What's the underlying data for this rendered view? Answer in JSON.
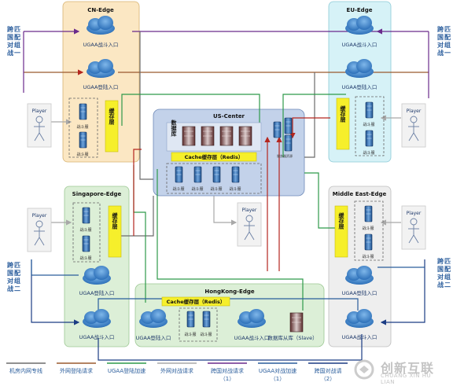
{
  "regions": {
    "cn": "CN-Edge",
    "eu": "EU-Edge",
    "us": "US-Center",
    "sg": "Singapore-Edge",
    "me": "Middle East-Edge",
    "hk": "HongKong-Edge"
  },
  "labels": {
    "battle_entry": "UGAA战斗入口",
    "login_entry": "UGAA登陆入口",
    "player": "Player",
    "cache_layer": "缓存层",
    "battle_server": "战斗服",
    "database": "数据库",
    "cache_redis": "Cache缓存层（Redis）",
    "db_slave": "数据库从库（Slave）",
    "cross_match_1": "跨国对战匹配组一",
    "cross_match_2": "跨国对战匹配组二",
    "server_small": "服务器资源"
  },
  "legend": [
    {
      "text": "机房内网专线",
      "color": "#6b6b6b"
    },
    {
      "text": "外网登陆请求",
      "color": "#9a5a2e"
    },
    {
      "text": "UGAA登陆加速",
      "color": "#2e9a4a"
    },
    {
      "text": "外网对战请求",
      "color": "#a8a8a8"
    },
    {
      "text": "跨国对战请求",
      "sub": "（1）",
      "color": "#6a2a8c"
    },
    {
      "text": "UGAA对战加速",
      "sub": "（1）",
      "color": "#2a5d9c"
    },
    {
      "text": "跨国对战请",
      "sub": "（2）",
      "color": "#1b3c84"
    }
  ],
  "watermark": {
    "zh": "创新互联",
    "en": "CHUANG XIN HU LIAN"
  }
}
